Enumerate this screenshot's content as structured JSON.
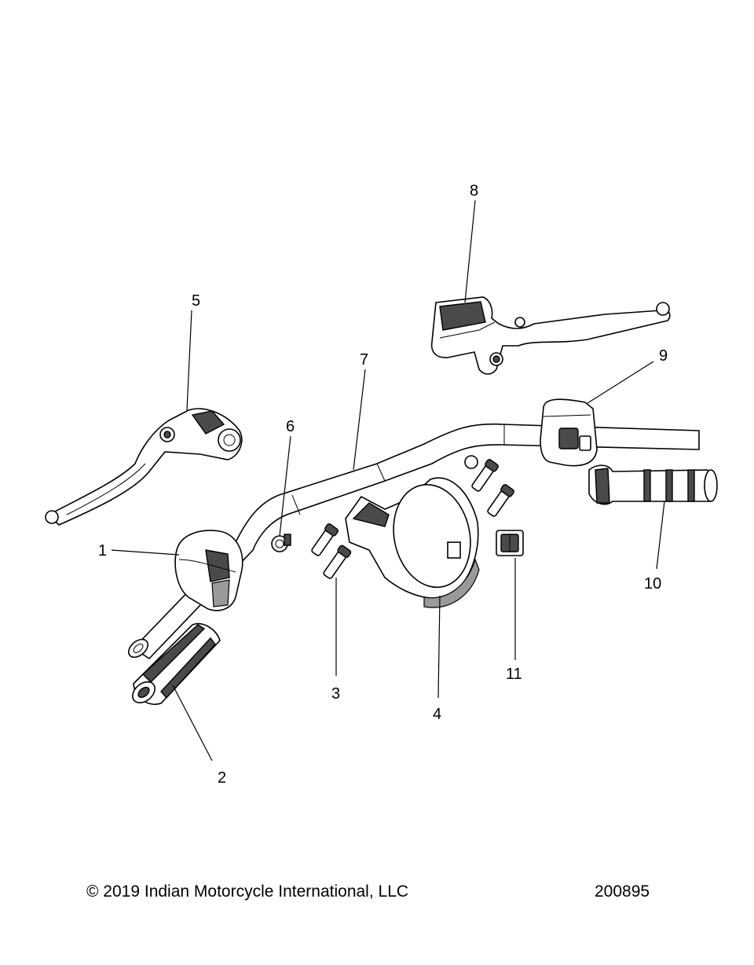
{
  "diagram": {
    "callouts": [
      {
        "id": "1",
        "label": "1"
      },
      {
        "id": "2",
        "label": "2"
      },
      {
        "id": "3",
        "label": "3"
      },
      {
        "id": "4",
        "label": "4"
      },
      {
        "id": "5",
        "label": "5"
      },
      {
        "id": "6",
        "label": "6"
      },
      {
        "id": "7",
        "label": "7"
      },
      {
        "id": "8",
        "label": "8"
      },
      {
        "id": "9",
        "label": "9"
      },
      {
        "id": "10",
        "label": "10"
      },
      {
        "id": "11",
        "label": "11"
      }
    ]
  },
  "footer": {
    "copyright": "© 2019 Indian Motorcycle International, LLC",
    "drawing_number": "200895"
  }
}
